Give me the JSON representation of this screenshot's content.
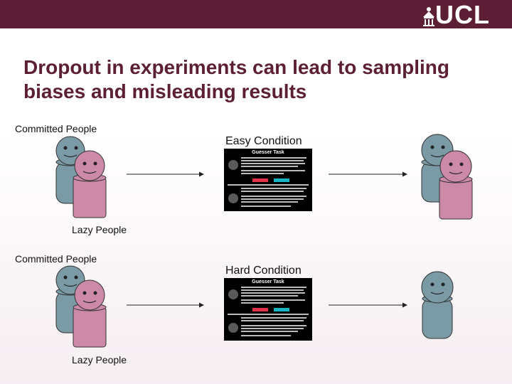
{
  "header": {
    "logo_text": "UCL",
    "brand_color": "#5c1f35"
  },
  "title": "Dropout in experiments can lead to sampling biases and misleading results",
  "top_row": {
    "committed_label": "Committed People",
    "lazy_label": "Lazy People",
    "condition_label": "Easy Condition",
    "task_title": "Guesser Task"
  },
  "bottom_row": {
    "committed_label": "Committed People",
    "lazy_label": "Lazy People",
    "condition_label": "Hard Condition",
    "task_title": "Guesser Task"
  },
  "colors": {
    "committed_figure": "#7a9aa6",
    "lazy_figure": "#cc8aa8",
    "task_button_red": "#e0334a",
    "task_button_cyan": "#19b5c4"
  },
  "icons": [
    "ucl-portico-icon",
    "committed-person-icon",
    "lazy-person-icon",
    "arrow-icon"
  ]
}
